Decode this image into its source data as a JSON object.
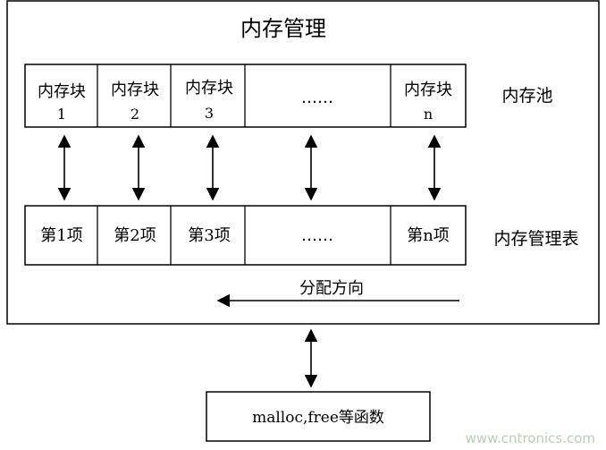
{
  "title": "内存管理",
  "pool": {
    "cells": [
      {
        "line1": "内存块",
        "line2": "1"
      },
      {
        "line1": "内存块",
        "line2": "2"
      },
      {
        "line1": "内存块",
        "line2": "3"
      },
      {
        "line1": "……",
        "line2": ""
      },
      {
        "line1": "内存块",
        "line2": "n"
      }
    ],
    "label": "内存池"
  },
  "table": {
    "cells": [
      "第1项",
      "第2项",
      "第3项",
      "……",
      "第n项"
    ],
    "label": "内存管理表"
  },
  "direction_label": "分配方向",
  "api_box": "malloc,free等函数",
  "watermark": "www.cntronics.com"
}
